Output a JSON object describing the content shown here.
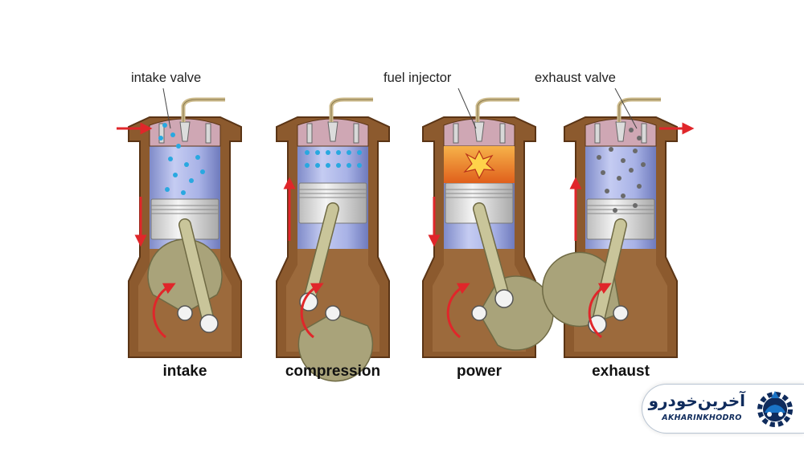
{
  "stages": [
    {
      "key": "intake",
      "label": "intake"
    },
    {
      "key": "compression",
      "label": "compression"
    },
    {
      "key": "power",
      "label": "power"
    },
    {
      "key": "exhaust",
      "label": "exhaust"
    }
  ],
  "callouts": {
    "intake_valve": "intake valve",
    "fuel_injector": "fuel injector",
    "exhaust_valve": "exhaust valve"
  },
  "logo": {
    "text_fa": "آخرین‌خودرو",
    "text_en": "AKHARINKHODRO"
  },
  "colors": {
    "casing": "#8c5a2e",
    "casing_stroke": "#5a3415",
    "cylinder": "#aab4e8",
    "piston": "#e6e6e6",
    "rod": "#c9c59a",
    "arrow": "#e0262a",
    "intake_dots": "#29a8e0",
    "exhaust_dots": "#6a6a6a",
    "combustion": "#f07a22",
    "logo_navy": "#0f2b5c",
    "logo_blue": "#1a73c6"
  }
}
